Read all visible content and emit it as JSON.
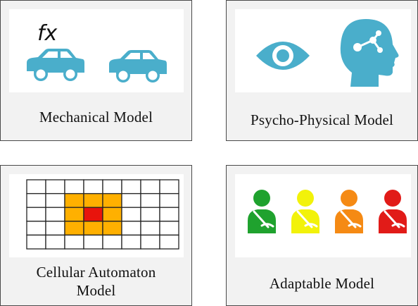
{
  "panels": [
    {
      "id": "mechanical",
      "caption_lines": [
        "Mechanical Model"
      ],
      "formula_label": "fx"
    },
    {
      "id": "psycho",
      "caption_lines": [
        "Psycho-Physical Model"
      ]
    },
    {
      "id": "cellular",
      "caption_lines": [
        "Cellular Automaton",
        "Model"
      ]
    },
    {
      "id": "adaptable",
      "caption_lines": [
        "Adaptable Model"
      ]
    }
  ],
  "colors": {
    "car": "#4aaecb",
    "eye": "#4aaecb",
    "head": "#4aaecb",
    "grid_line": "#222222",
    "grid_highlight": "#ffb000",
    "grid_center": "#e8140c",
    "drivers": [
      "#1fa22e",
      "#f2f20a",
      "#f58a14",
      "#e11b18"
    ]
  },
  "icons": {
    "mechanical": [
      "function-icon",
      "car-icon",
      "car-icon"
    ],
    "psycho": [
      "eye-icon",
      "head-brain-icon"
    ],
    "cellular": [
      "grid-icon"
    ],
    "adaptable": [
      "driver-icon",
      "driver-icon",
      "driver-icon",
      "driver-icon"
    ]
  }
}
